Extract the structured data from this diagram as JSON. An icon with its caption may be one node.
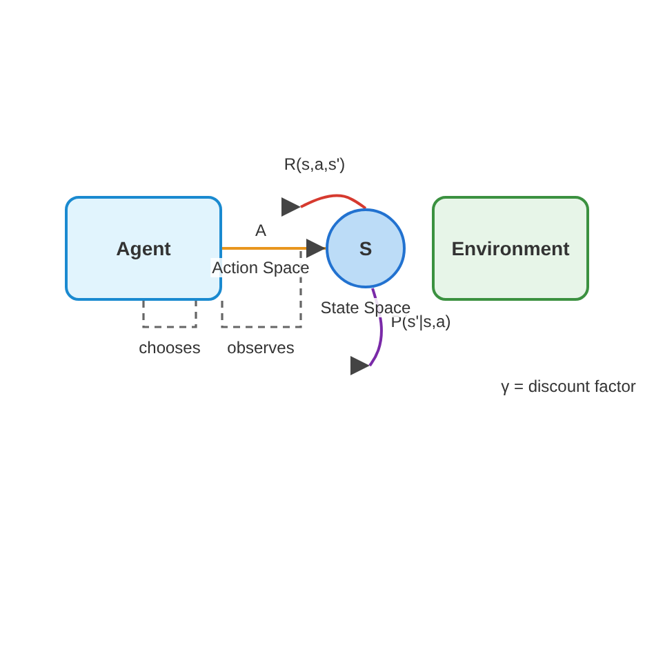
{
  "diagram": {
    "nodes": [
      {
        "text": [
          "Agent"
        ]
      },
      {
        "text": [
          "S"
        ],
        "beside": [
          "State Space"
        ]
      },
      {
        "text": [
          "Environment"
        ]
      }
    ],
    "edges": [
      {
        "from": 0,
        "to": 1,
        "arrow": "to",
        "label": "A",
        "color": "#e8961e"
      },
      {
        "from": 1,
        "to": null,
        "arrow": "to",
        "label": "R(s,a,s')",
        "color": "#d63a2f"
      },
      {
        "from": 1,
        "to": null,
        "arrow": "to",
        "label": "P(s'|s,a)",
        "color": "#7a2aa8"
      },
      {
        "from": 0,
        "to": 1,
        "arrow": "none",
        "label": "chooses",
        "style": "dashed"
      },
      {
        "from": 0,
        "to": 1,
        "arrow": "none",
        "label": "observes",
        "style": "dashed"
      }
    ],
    "labels": [
      "Action Space",
      "γ = discount factor"
    ]
  }
}
